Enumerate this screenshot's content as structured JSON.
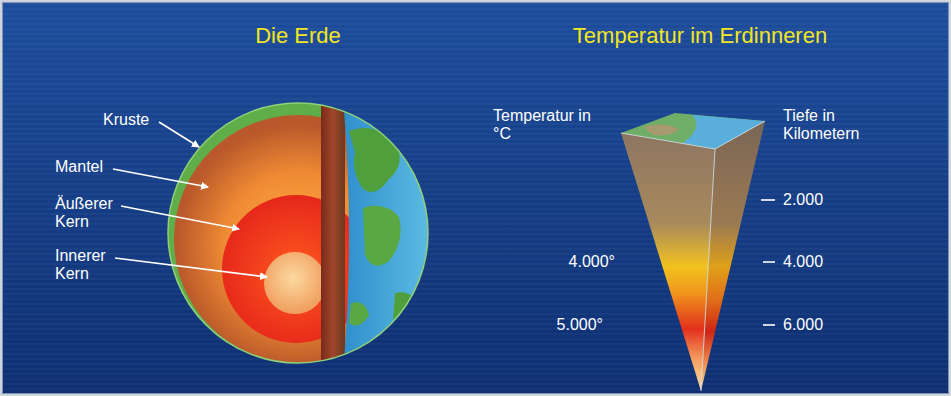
{
  "diagram": {
    "labels": [
      "Die Erde",
      "Temperatur im Erdinneren",
      "Kruste",
      "Mantel",
      "Äußerer Kern",
      "Innerer Kern",
      "Temperatur in °C",
      "Tiefe in Kilometern",
      "2.000",
      "4.000°",
      "4.000",
      "5.000°",
      "6.000"
    ]
  }
}
